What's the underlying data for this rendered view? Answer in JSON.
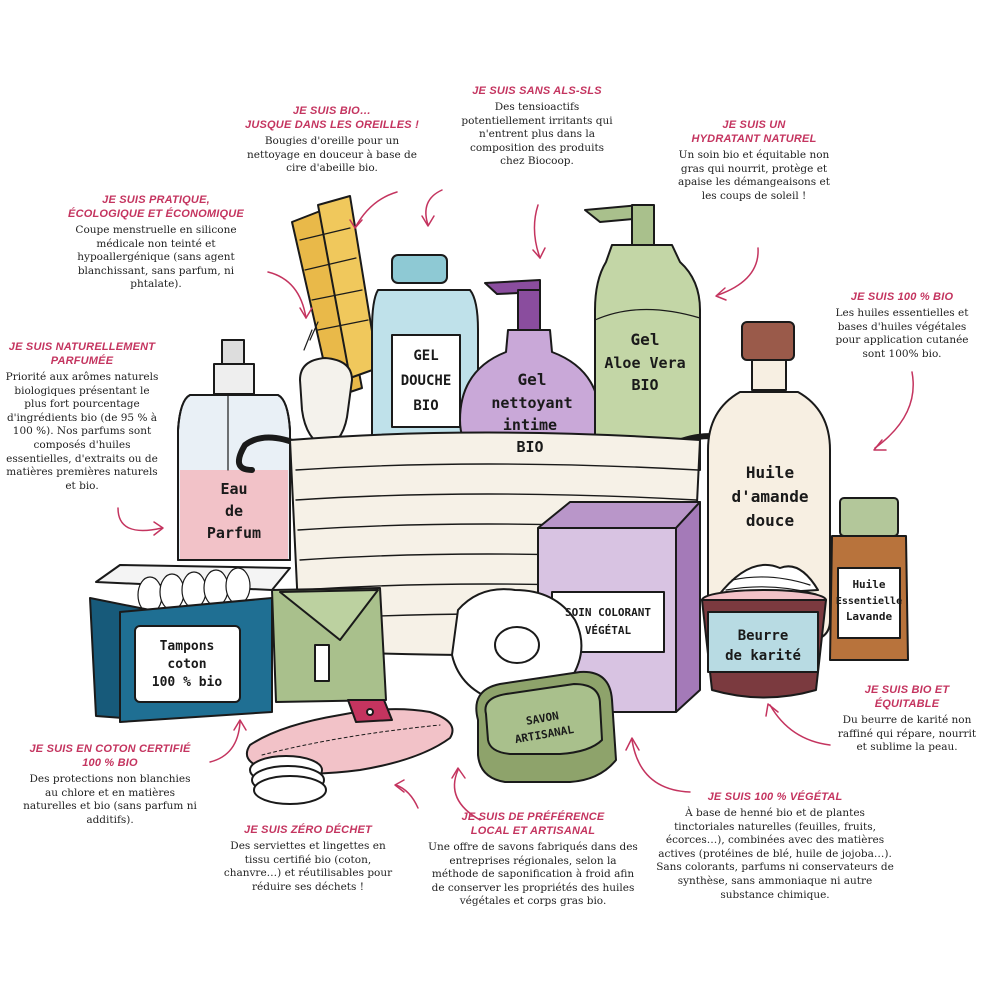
{
  "callouts": {
    "oreilles": {
      "title_1": "JE SUIS BIO…",
      "title_2": "JUSQUE DANS LES OREILLES !",
      "text": "Bougies d'oreille pour un nettoyage en douceur à base de cire d'abeille bio."
    },
    "sans_sls": {
      "title": "JE SUIS SANS ALS-SLS",
      "text": "Des tensioactifs potentiellement irritants qui n'entrent plus dans la composition des produits chez Biocoop."
    },
    "hydratant": {
      "title_1": "JE SUIS UN",
      "title_2": "HYDRATANT NATUREL",
      "text": "Un soin bio et équitable non gras qui nourrit, protège et apaise les démangeaisons et les coups de soleil !"
    },
    "pratique": {
      "title_1": "JE SUIS PRATIQUE,",
      "title_2": "ÉCOLOGIQUE ET ÉCONOMIQUE",
      "text": "Coupe menstruelle en silicone médicale non teinté et hypoallergénique (sans agent blanchissant, sans parfum, ni phtalate)."
    },
    "bio100": {
      "title": "JE SUIS 100 % BIO",
      "text": "Les huiles essentielles et bases d'huiles végétales pour application cutanée sont 100% bio."
    },
    "parfumee": {
      "title_1": "JE SUIS NATURELLEMENT",
      "title_2": "PARFUMÉE",
      "text": "Priorité aux arômes naturels biologiques présentant le plus fort pourcentage d'ingrédients bio (de 95 % à 100 %). Nos parfums sont composés d'huiles essentielles, d'extraits ou de matières premières naturels et bio."
    },
    "equitable": {
      "title_1": "JE SUIS BIO ET",
      "title_2": "ÉQUITABLE",
      "text": "Du beurre de karité non raffiné qui répare, nourrit et sublime la peau."
    },
    "coton": {
      "title_1": "JE SUIS EN COTON CERTIFIÉ",
      "title_2": "100 % BIO",
      "text": "Des protections non blanchies au chlore et en matières naturelles et bio (sans parfum ni additifs)."
    },
    "zero_dechet": {
      "title": "JE SUIS ZÉRO DÉCHET",
      "text": "Des serviettes et lingettes en tissu certifié bio (coton, chanvre…) et réutilisables pour réduire ses déchets !"
    },
    "local": {
      "title_1": "JE SUIS DE PRÉFÉRENCE",
      "title_2": "LOCAL ET ARTISANAL",
      "text": "Une offre de savons fabriqués dans des entreprises régionales, selon la méthode de saponification à froid afin de conserver les propriétés des huiles végétales et corps gras bio."
    },
    "vegetal": {
      "title": "JE SUIS 100 % VÉGÉTAL",
      "text": "À base de henné bio et de plantes tinctoriales naturelles (feuilles, fruits, écorces…), combinées avec des matières actives (protéines de blé, huile de jojoba…). Sans colorants, parfums ni conservateurs de synthèse, sans ammoniaque ni autre substance chimique."
    }
  },
  "products": {
    "gel_douche": [
      "GEL",
      "DOUCHE",
      "BIO"
    ],
    "gel_intime": [
      "Gel",
      "nettoyant",
      "intime",
      "BIO"
    ],
    "aloe": [
      "Gel",
      "Aloe Vera",
      "BIO"
    ],
    "huile_amande": [
      "Huile",
      "d'amande",
      "douce"
    ],
    "huile_lavande": [
      "Huile",
      "Essentielle",
      "Lavande"
    ],
    "eau_parfum": [
      "Eau",
      "de",
      "Parfum"
    ],
    "tampons": [
      "Tampons",
      "coton",
      "100 % bio"
    ],
    "soin_colorant": [
      "SOIN COLORANT",
      "VÉGÉTAL"
    ],
    "beurre": [
      "Beurre",
      "de karité"
    ],
    "savon": [
      "SAVON",
      "ARTISANAL"
    ]
  },
  "colors": {
    "accent": "#c4345f",
    "ink": "#222222",
    "lavender": "#c9a8d8",
    "sage": "#a9c08c",
    "blue": "#1f6f93",
    "yellow": "#e9b949",
    "pink": "#f2c2c8"
  }
}
